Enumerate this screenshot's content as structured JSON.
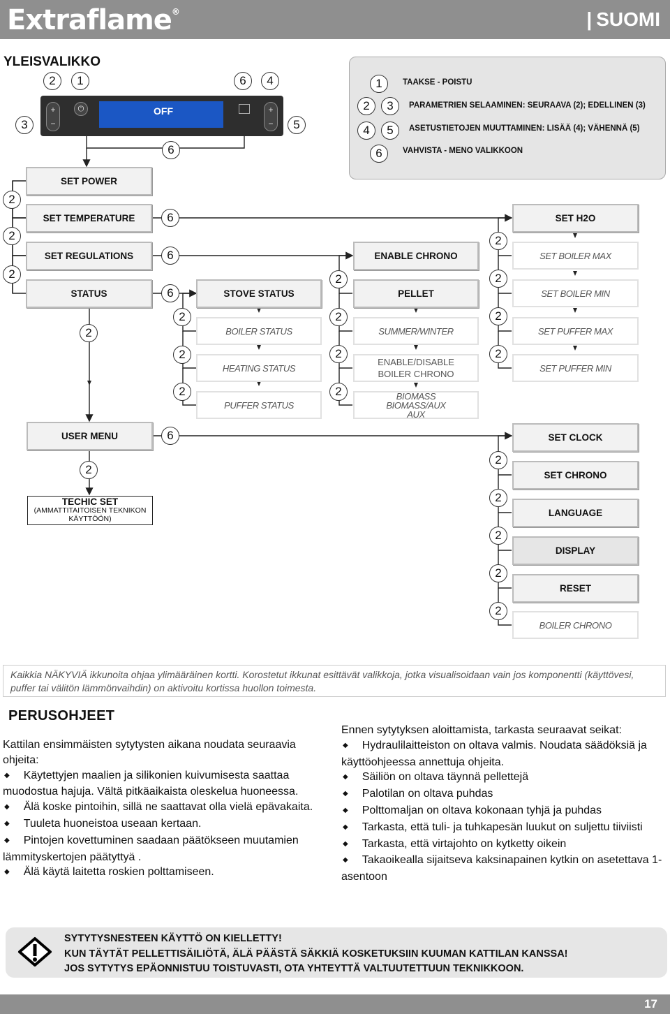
{
  "header": {
    "brand": "Extraflame",
    "registered": "®",
    "language": "SUOMI"
  },
  "section_title": "YLEISVALIKKO",
  "panel": {
    "display_text": "OFF",
    "plus": "+",
    "minus": "−"
  },
  "legend": [
    {
      "keys": [
        "1"
      ],
      "text": "TAAKSE - POISTU"
    },
    {
      "keys": [
        "2",
        "3"
      ],
      "text": "PARAMETRIEN SELAAMINEN: SEURAAVA (2); EDELLINEN (3)"
    },
    {
      "keys": [
        "4",
        "5"
      ],
      "text": "ASETUSTIETOJEN MUUTTAMINEN: LISÄÄ (4); VÄHENNÄ (5)"
    },
    {
      "keys": [
        "6"
      ],
      "text": "VAHVISTA - MENO VALIKKOON"
    }
  ],
  "menu": {
    "set_power": "SET POWER",
    "set_temperature": "SET TEMPERATURE",
    "set_regulations": "SET REGULATIONS",
    "status": "STATUS",
    "stove_status": "STOVE STATUS",
    "boiler_status": "BOILER STATUS",
    "heating_status": "HEATING STATUS",
    "puffer_status": "PUFFER STATUS",
    "enable_chrono": "ENABLE CHRONO",
    "pellet": "PELLET",
    "summer_winter": "SUMMER/WINTER",
    "enable_disable": "ENABLE/DISABLE",
    "boiler_chrono_line": "BOILER CHRONO",
    "biomass": "BIOMASS",
    "biomass_aux": "BIOMASS/AUX",
    "aux": "AUX",
    "set_h2o": "SET H2O",
    "set_boiler_max": "SET BOILER MAX",
    "set_boiler_min": "SET BOILER MIN",
    "set_puffer_max": "SET PUFFER MAX",
    "set_puffer_min": "SET PUFFER MIN",
    "user_menu": "USER MENU",
    "techic_set": "TECHIC SET",
    "techic_sub1": "(AMMATTITAITOISEN TEKNIKON",
    "techic_sub2": "KÄYTTÖÖN)",
    "set_clock": "SET CLOCK",
    "set_chrono": "SET CHRONO",
    "language": "LANGUAGE",
    "display": "DISPLAY",
    "reset": "RESET",
    "boiler_chrono": "BOILER CHRONO"
  },
  "note": "Kaikkia NÄKYVIÄ ikkunoita ohjaa ylimääräinen kortti. Korostetut ikkunat esittävät valikkoja, jotka visualisoidaan vain jos komponentti (käyttövesi, puffer tai välitön lämmönvaihdin) on aktivoitu kortissa huollon toimesta.",
  "instructions": {
    "title": "PERUSOHJEET",
    "left_intro": "Kattilan ensimmäisten sytytysten aikana noudata seuraavia ohjeita:",
    "left_items": [
      "Käytettyjen maalien ja silikonien kuivumisesta saattaa muodostua hajuja. Vältä pitkäaikaista oleskelua huoneessa.",
      "Älä koske pintoihin, sillä ne saattavat olla vielä epävakaita.",
      "Tuuleta huoneistoa useaan kertaan.",
      "Pintojen kovettuminen saadaan päätökseen muutamien lämmityskertojen päätyttyä .",
      "Älä käytä laitetta roskien polttamiseen."
    ],
    "right_intro": "Ennen sytytyksen aloittamista, tarkasta seuraavat seikat:",
    "right_items": [
      "Hydraulilaitteiston on oltava valmis. Noudata säädöksiä ja käyttöohjeessa annettuja ohjeita.",
      "Säiliön on oltava täynnä pellettejä",
      "Palotilan on oltava puhdas",
      "Polttomaljan on oltava kokonaan tyhjä ja puhdas",
      "Tarkasta, että tuli- ja tuhkapesän luukut on suljettu tiiviisti",
      "Tarkasta, että virtajohto on kytketty oikein",
      "Takaoikealla sijaitseva kaksinapainen kytkin on asetettava 1-asentoon"
    ]
  },
  "warning": [
    "SYTYTYSNESTEEN KÄYTTÖ ON KIELLETTY!",
    "KUN TÄYTÄT PELLETTISÄILIÖTÄ, ÄLÄ PÄÄSTÄ SÄKKIÄ KOSKETUKSIIN KUUMAN KATTILAN KANSSA!",
    "JOS SYTYTYS EPÄONNISTUU TOISTUVASTI, OTA YHTEYTTÄ VALTUUTETTUUN TEKNIKKOON."
  ],
  "page_number": "17",
  "numbers": {
    "n1": "1",
    "n2": "2",
    "n3": "3",
    "n4": "4",
    "n5": "5",
    "n6": "6"
  }
}
